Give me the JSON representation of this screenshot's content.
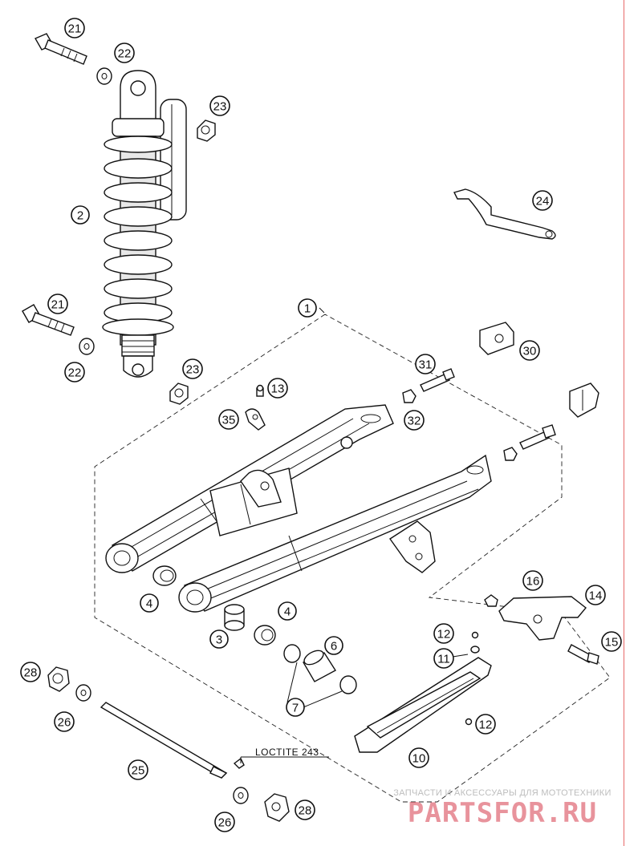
{
  "callouts": [
    {
      "id": "c1",
      "label": "1"
    },
    {
      "id": "c2",
      "label": "2"
    },
    {
      "id": "c3",
      "label": "3"
    },
    {
      "id": "c4a",
      "label": "4"
    },
    {
      "id": "c4b",
      "label": "4"
    },
    {
      "id": "c6",
      "label": "6"
    },
    {
      "id": "c7",
      "label": "7"
    },
    {
      "id": "c10",
      "label": "10"
    },
    {
      "id": "c11",
      "label": "11"
    },
    {
      "id": "c12a",
      "label": "12"
    },
    {
      "id": "c12b",
      "label": "12"
    },
    {
      "id": "c13",
      "label": "13"
    },
    {
      "id": "c14",
      "label": "14"
    },
    {
      "id": "c15",
      "label": "15"
    },
    {
      "id": "c16",
      "label": "16"
    },
    {
      "id": "c21a",
      "label": "21"
    },
    {
      "id": "c21b",
      "label": "21"
    },
    {
      "id": "c22a",
      "label": "22"
    },
    {
      "id": "c22b",
      "label": "22"
    },
    {
      "id": "c23a",
      "label": "23"
    },
    {
      "id": "c23b",
      "label": "23"
    },
    {
      "id": "c24",
      "label": "24"
    },
    {
      "id": "c25",
      "label": "25"
    },
    {
      "id": "c26a",
      "label": "26"
    },
    {
      "id": "c26b",
      "label": "26"
    },
    {
      "id": "c28a",
      "label": "28"
    },
    {
      "id": "c28b",
      "label": "28"
    },
    {
      "id": "c30",
      "label": "30"
    },
    {
      "id": "c31",
      "label": "31"
    },
    {
      "id": "c32",
      "label": "32"
    },
    {
      "id": "c35",
      "label": "35"
    }
  ],
  "note": "LOCTITE 243",
  "watermark": {
    "tagline": "ЗАПЧАСТИ И АКСЕССУАРЫ ДЛЯ МОТОТЕХНИКИ",
    "brand": "PARTSFOR.RU",
    "brand_color": "#d63a4a"
  }
}
